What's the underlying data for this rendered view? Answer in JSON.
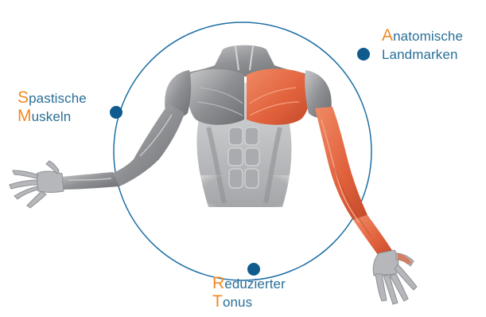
{
  "labels": {
    "left": {
      "line1_initial": "S",
      "line1_rest": "pastische",
      "line2_initial": "M",
      "line2_rest": "uskeln"
    },
    "right": {
      "line1_initial": "A",
      "line1_rest": "natomische",
      "line2_initial": "",
      "line2_rest": "Landmarken"
    },
    "bottom": {
      "line1_initial": "R",
      "line1_rest": "eduzierter",
      "line2_initial": "T",
      "line2_rest": "onus"
    }
  },
  "colors": {
    "circle": "#1d6fa5",
    "dot": "#0f5b8e",
    "label_text": "#2a6f97",
    "initial_letter": "#f08a24",
    "muscle_gray": "#8b8d90",
    "muscle_highlight": "#e2653f"
  }
}
